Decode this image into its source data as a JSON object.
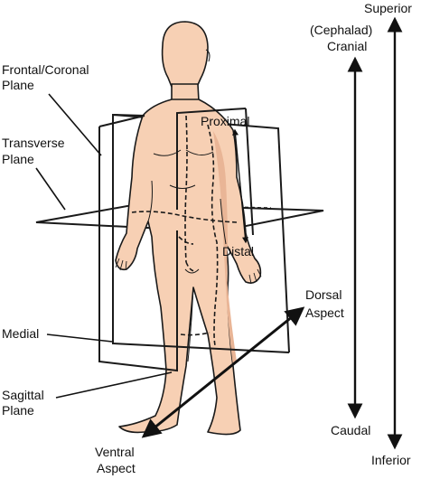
{
  "colors": {
    "skin": "#f7d0b4",
    "skin_shadow": "#e9b596",
    "outline": "#1a1a1a",
    "plane_line": "#1a1a1a",
    "background": "#ffffff"
  },
  "labels": {
    "frontal_line1": "Frontal/Coronal",
    "frontal_line2": "Plane",
    "transverse_line1": "Transverse",
    "transverse_line2": "Plane",
    "medial": "Medial",
    "sagittal_line1": "Sagittal",
    "sagittal_line2": "Plane",
    "ventral_line1": "Ventral",
    "ventral_line2": "Aspect",
    "proximal": "Proximal",
    "distal": "Distal",
    "dorsal_line1": "Dorsal",
    "dorsal_line2": "Aspect",
    "cephalad": "(Cephalad)",
    "cranial": "Cranial",
    "caudal": "Caudal",
    "superior": "Superior",
    "inferior": "Inferior"
  },
  "icons": {
    "figure": "human-figure-icon",
    "arrow": "double-headed-arrow-icon"
  }
}
